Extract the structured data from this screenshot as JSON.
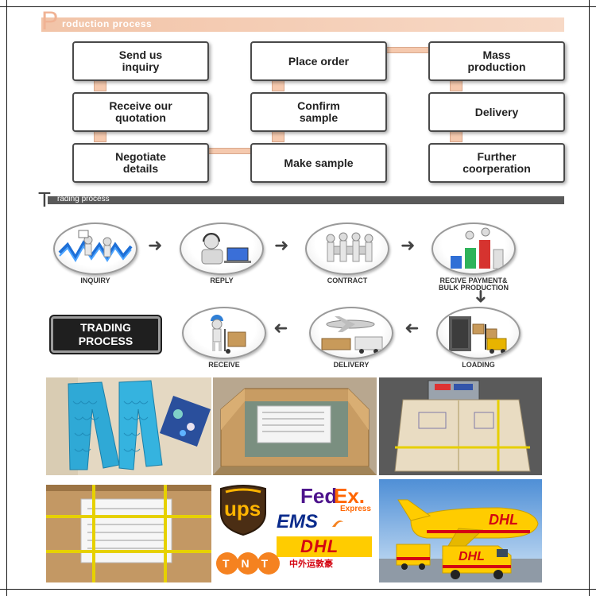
{
  "production": {
    "letter": "P",
    "title": "roduction process",
    "boxes": [
      "Send us\ninquiry",
      "Receive our\nquotation",
      "Negotiate\ndetails",
      "Place order",
      "Confirm\nsample",
      "Make sample",
      "Mass\nproduction",
      "Delivery",
      "Further\ncoorperation"
    ]
  },
  "trading": {
    "letter": "T",
    "title": "rading process",
    "steps": [
      "INQUIRY",
      "REPLY",
      "CONTRACT",
      "RECIVE PAYMENT&\nBULK PRODUCTION",
      "LOADING",
      "DELIVERY",
      "RECEIVE"
    ],
    "badge": "TRADING\nPROCESS"
  },
  "couriers": {
    "ups": "ups",
    "fedex_fed": "Fed",
    "fedex_ex": "Ex.",
    "fedex_express": "Express",
    "ems": "EMS",
    "dhl": "DHL",
    "dhl_cn": "中外运敦豪",
    "tnt": "TNT",
    "plane_dhl": "DHL",
    "van_dhl": "DHL"
  },
  "colors": {
    "production_bar": "#f2c4a8",
    "trading_bar": "#5a5a5a",
    "legging_blue": "#2fa9d6",
    "dhl_yellow": "#ffcc00",
    "dhl_red": "#d40511",
    "ups_brown": "#4b2e14",
    "fedex_purple": "#4d148c",
    "fedex_orange": "#ff6600"
  }
}
